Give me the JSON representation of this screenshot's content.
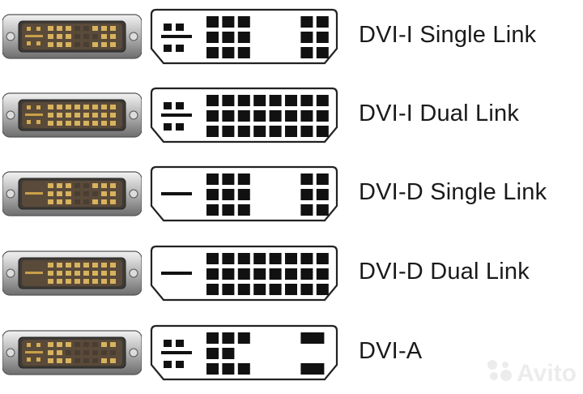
{
  "connectors": [
    {
      "id": "dvi-i-single-link",
      "label": "DVI-I Single Link",
      "analog_pins": true,
      "ground_blade": true,
      "dual_link": false,
      "digital_pins": true
    },
    {
      "id": "dvi-i-dual-link",
      "label": "DVI-I Dual Link",
      "analog_pins": true,
      "ground_blade": true,
      "dual_link": true,
      "digital_pins": true
    },
    {
      "id": "dvi-d-single-link",
      "label": "DVI-D Single Link",
      "analog_pins": false,
      "ground_blade": true,
      "dual_link": false,
      "digital_pins": true
    },
    {
      "id": "dvi-d-dual-link",
      "label": "DVI-D Dual Link",
      "analog_pins": false,
      "ground_blade": true,
      "dual_link": true,
      "digital_pins": true
    },
    {
      "id": "dvi-a",
      "label": "DVI-A",
      "analog_pins": true,
      "ground_blade": true,
      "dual_link": false,
      "digital_pins": false
    }
  ],
  "watermark": {
    "text": "Avito"
  }
}
